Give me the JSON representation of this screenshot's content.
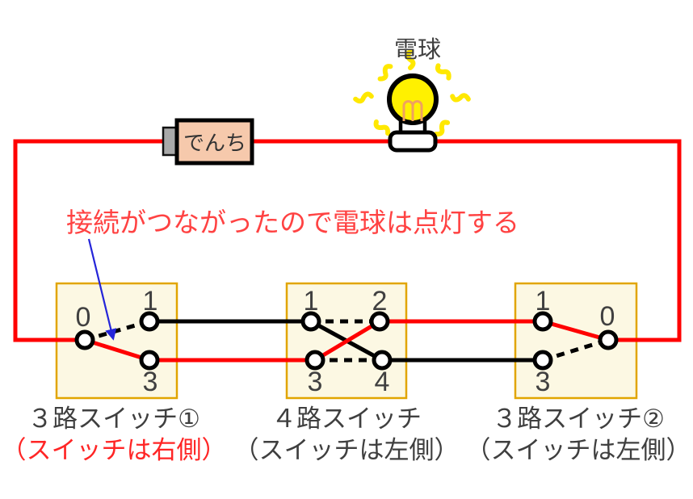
{
  "bulb": {
    "label": "電球"
  },
  "battery": {
    "label": "でんち"
  },
  "annotation": {
    "text": "接続がつながったので電球は点灯する"
  },
  "switches": [
    {
      "name": "３路スイッチ①",
      "state": "（スイッチは右側）",
      "terminals": [
        "0",
        "1",
        "3"
      ]
    },
    {
      "name": "４路スイッチ",
      "state": "（スイッチは左側）",
      "terminals": [
        "1",
        "2",
        "3",
        "4"
      ]
    },
    {
      "name": "３路スイッチ②",
      "state": "（スイッチは左側）",
      "terminals": [
        "1",
        "0",
        "3"
      ]
    }
  ],
  "colors": {
    "wire_active": "#ff0000",
    "wire_inactive": "#000000",
    "switch_box_fill": "#fcf8e3",
    "switch_box_border": "#e1a500",
    "battery_body_fill": "#f6c9ac",
    "battery_terminal_gray": "#a9a9a9",
    "bulb_yellow": "#fff100",
    "ray_yellow": "#ffe800",
    "filament_orange": "#f0a160",
    "label_gray": "#3f3f3f",
    "annotation_red": "#ff4242",
    "state_red": "#ff2525",
    "arrow_blue": "#2525d9"
  }
}
